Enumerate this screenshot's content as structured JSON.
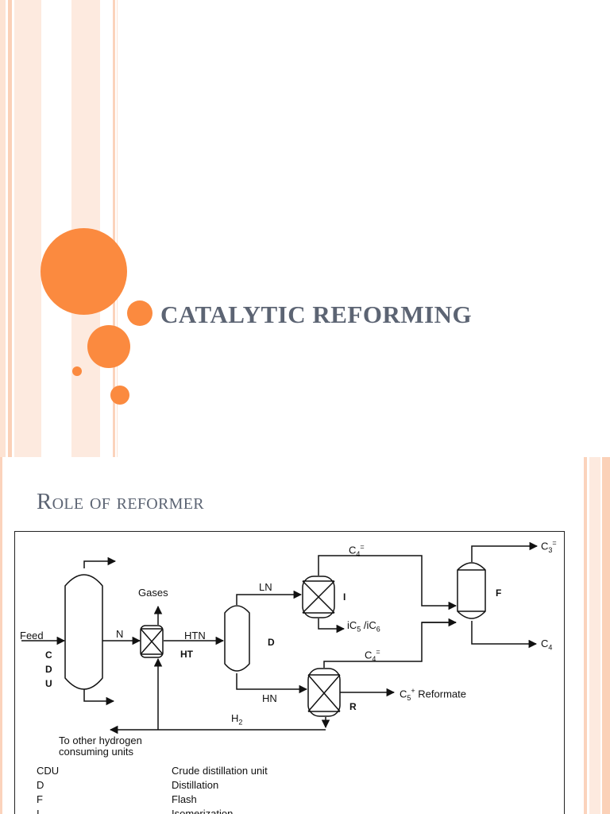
{
  "slide1": {
    "title": "CATALYTIC REFORMING"
  },
  "slide2": {
    "title": "Role of reformer",
    "diagram": {
      "labels": {
        "feed": "Feed",
        "cdu_c": "C",
        "cdu_d": "D",
        "cdu_u": "U",
        "n": "N",
        "gases": "Gases",
        "htn": "HTN",
        "ht": "HT",
        "ln": "LN",
        "d": "D",
        "hn": "HN",
        "i": "I",
        "ic5_main": "iC",
        "ic5_sub": "5",
        "ic6_main": " /iC",
        "ic6_sub": "6",
        "c4top_main": "C",
        "c4top_sub": "4",
        "c4top_sup": "=",
        "c4mid_main": "C",
        "c4mid_sub": "4",
        "c4mid_sup": "=",
        "c3_main": "C",
        "c3_sub": "3",
        "c3_sup": "=",
        "f": "F",
        "c4_main": "C",
        "c4_sub": "4",
        "r": "R",
        "reformate_main": "C",
        "reformate_sub": "5",
        "reformate_sup": "+",
        "reformate_text": " Reformate",
        "h2_main": "H",
        "h2_sub": "2",
        "other_line1": "To other hydrogen",
        "other_line2": "consuming units"
      },
      "legend": [
        {
          "abbr": "CDU",
          "desc": "Crude distillation unit"
        },
        {
          "abbr": "D",
          "desc": "Distillation"
        },
        {
          "abbr": "F",
          "desc": "Flash"
        },
        {
          "abbr": "I",
          "desc": "Isomerization"
        }
      ]
    }
  },
  "colors": {
    "accent": "#fb8a3f",
    "title_text": "#5c6473",
    "band_light": "#fdeadf",
    "band_mid": "#fbd3bc"
  }
}
